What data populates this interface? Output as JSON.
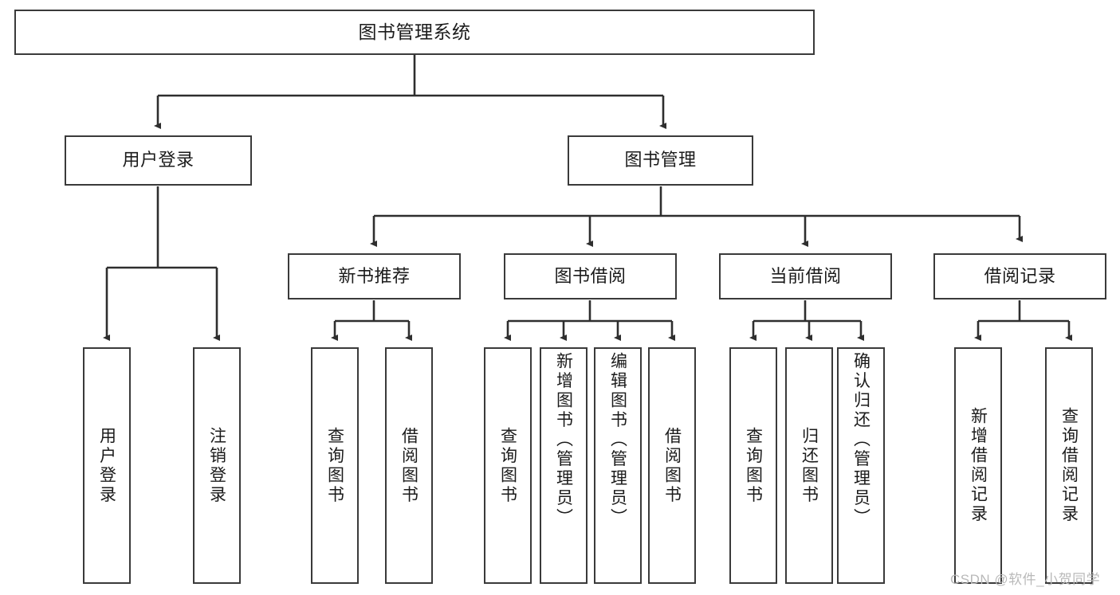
{
  "diagram": {
    "title": "图书管理系统",
    "type": "tree-hierarchy-flowchart",
    "nodes": {
      "root": {
        "label": "图书管理系统"
      },
      "level2": [
        {
          "id": "user-login",
          "label": "用户登录"
        },
        {
          "id": "book-manage",
          "label": "图书管理"
        }
      ],
      "level3": [
        {
          "id": "new-book-rec",
          "label": "新书推荐"
        },
        {
          "id": "book-borrow",
          "label": "图书借阅"
        },
        {
          "id": "current-borrow",
          "label": "当前借阅"
        },
        {
          "id": "borrow-record",
          "label": "借阅记录"
        }
      ],
      "leaves": [
        {
          "id": "leaf-user-login",
          "label": "用户登录",
          "parent": "user-login"
        },
        {
          "id": "leaf-logout",
          "label": "注销登录",
          "parent": "user-login"
        },
        {
          "id": "leaf-query-book-1",
          "label": "查询图书",
          "parent": "new-book-rec"
        },
        {
          "id": "leaf-borrow-book-1",
          "label": "借阅图书",
          "parent": "new-book-rec"
        },
        {
          "id": "leaf-query-book-2",
          "label": "查询图书",
          "parent": "book-borrow"
        },
        {
          "id": "leaf-add-book",
          "label": "新增图书（管理员）",
          "parent": "book-borrow"
        },
        {
          "id": "leaf-edit-book",
          "label": "编辑图书（管理员）",
          "parent": "book-borrow"
        },
        {
          "id": "leaf-borrow-book-2",
          "label": "借阅图书",
          "parent": "book-borrow"
        },
        {
          "id": "leaf-query-book-3",
          "label": "查询图书",
          "parent": "current-borrow"
        },
        {
          "id": "leaf-return-book",
          "label": "归还图书",
          "parent": "current-borrow"
        },
        {
          "id": "leaf-confirm-return",
          "label": "确认归还（管理员）",
          "parent": "current-borrow"
        },
        {
          "id": "leaf-add-record",
          "label": "新增借阅记录",
          "parent": "borrow-record"
        },
        {
          "id": "leaf-query-record",
          "label": "查询借阅记录",
          "parent": "borrow-record"
        }
      ]
    },
    "watermark": "CSDN @软件_小贺同学",
    "colors": {
      "stroke": "#3a3a3a",
      "text": "#1b1b1b",
      "background": "#ffffff",
      "watermark": "#b9b9b9"
    }
  }
}
